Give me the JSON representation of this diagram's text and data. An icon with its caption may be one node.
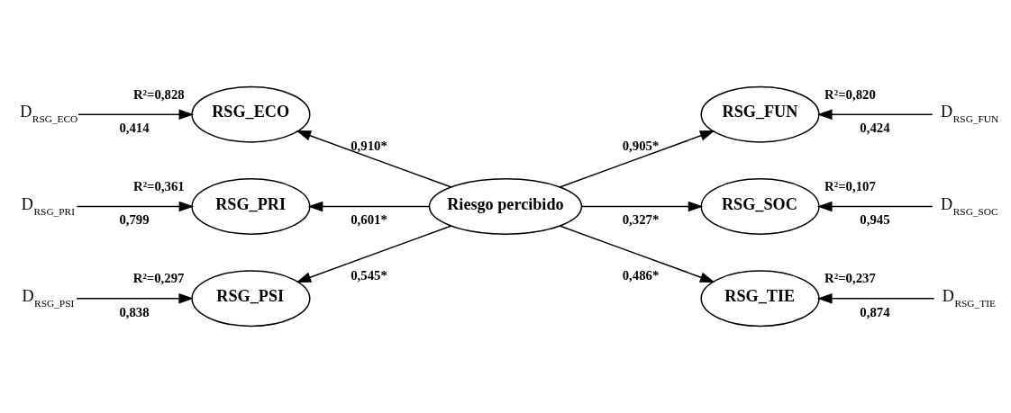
{
  "diagram": {
    "nodes": [
      {
        "text": [
          "D$_{RSG_ECO}$"
        ]
      },
      {
        "text": [
          "RSG_ECO"
        ],
        "beside": [
          "R²=0,828"
        ]
      },
      {
        "text": [
          "RSG_FUN"
        ],
        "beside": [
          "R²=0,820"
        ]
      },
      {
        "text": [
          "D$_{RSG_FUN}$"
        ]
      },
      {
        "text": [
          "D$_{RSG_PRI}$"
        ]
      },
      {
        "text": [
          "RSG_PRI"
        ],
        "beside": [
          "R²=0,361"
        ]
      },
      {
        "text": [
          "Riesgo percibido"
        ]
      },
      {
        "text": [
          "RSG_SOC"
        ],
        "beside": [
          "R²=0,107"
        ]
      },
      {
        "text": [
          "D$_{RSG_SOC}$"
        ]
      },
      {
        "text": [
          "D$_{RSG_PSI}$"
        ]
      },
      {
        "text": [
          "RSG_PSI"
        ],
        "beside": [
          "R²=0,297"
        ]
      },
      {
        "text": [
          "RSG_TIE"
        ],
        "beside": [
          "R²=0,237"
        ]
      },
      {
        "text": [
          "D$_{RSG_TIE}$"
        ]
      }
    ],
    "edges": [
      {
        "from": 0,
        "to": 1,
        "arrow": "to",
        "label": "0,414"
      },
      {
        "from": 3,
        "to": 2,
        "arrow": "to",
        "label": "0,424"
      },
      {
        "from": 4,
        "to": 5,
        "arrow": "to",
        "label": "0,799"
      },
      {
        "from": 8,
        "to": 7,
        "arrow": "to",
        "label": "0,945"
      },
      {
        "from": 9,
        "to": 10,
        "arrow": "to",
        "label": "0,838"
      },
      {
        "from": 12,
        "to": 11,
        "arrow": "to",
        "label": "0,874"
      },
      {
        "from": 6,
        "to": 1,
        "arrow": "to",
        "label": "0,910*"
      },
      {
        "from": 6,
        "to": 2,
        "arrow": "to",
        "label": "0,905*"
      },
      {
        "from": 6,
        "to": 5,
        "arrow": "to",
        "label": "0,601*"
      },
      {
        "from": 6,
        "to": 7,
        "arrow": "to",
        "label": "0,327*"
      },
      {
        "from": 6,
        "to": 10,
        "arrow": "to",
        "label": "0,545*"
      },
      {
        "from": 6,
        "to": 11,
        "arrow": "to",
        "label": "0,486*"
      }
    ]
  }
}
